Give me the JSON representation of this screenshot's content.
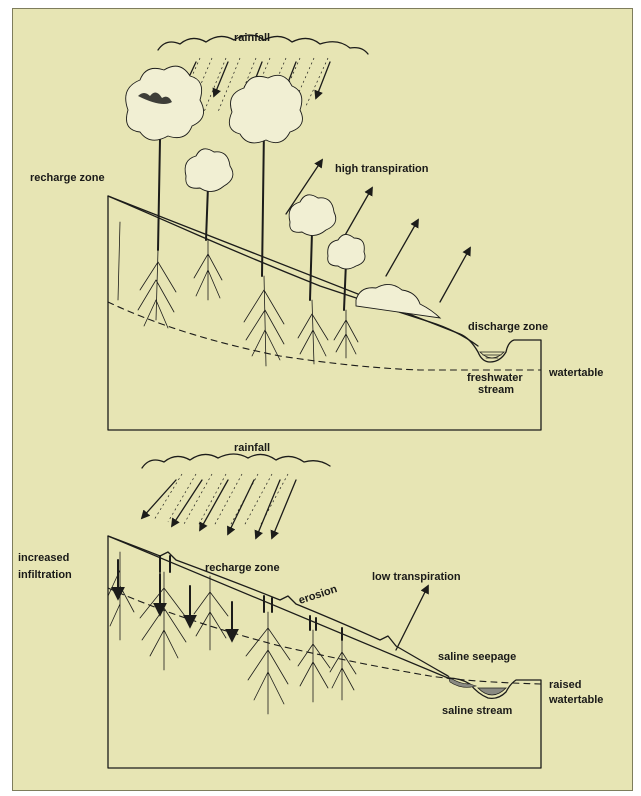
{
  "top_panel": {
    "rainfall": "rainfall",
    "recharge_zone": "recharge zone",
    "high_transpiration": "high transpiration",
    "discharge_zone": "discharge zone",
    "freshwater_stream_line1": "freshwater",
    "freshwater_stream_line2": "stream",
    "watertable": "watertable"
  },
  "bottom_panel": {
    "rainfall": "rainfall",
    "increased_infiltration_line1": "increased",
    "increased_infiltration_line2": "infiltration",
    "recharge_zone": "recharge zone",
    "erosion": "erosion",
    "low_transpiration": "low transpiration",
    "saline_seepage": "saline seepage",
    "saline_stream": "saline stream",
    "raised_watertable_line1": "raised",
    "raised_watertable_line2": "watertable"
  },
  "colors": {
    "background": "#e7e5b4",
    "ink": "#1c1c1a",
    "saline_water": "#8a8a82"
  }
}
